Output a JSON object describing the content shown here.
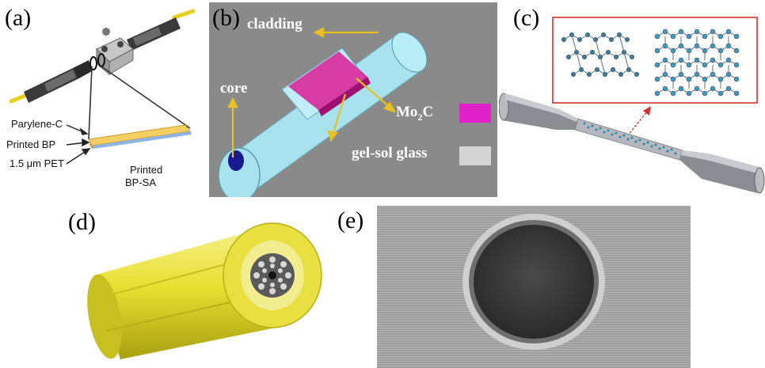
{
  "panels": {
    "a": {
      "label": "(a)",
      "layers": [
        "Parylene-C",
        "Printed BP",
        "1.5 μm PET"
      ],
      "device_line1": "Printed",
      "device_line2": "BP-SA"
    },
    "b": {
      "label": "(b)",
      "cladding": "cladding",
      "core": "core",
      "mo2c_main": "Mo",
      "mo2c_sub": "2",
      "mo2c_end": "C",
      "gelsol": "gel-sol glass",
      "colors": {
        "mo2c": "#e020c8",
        "gelsol": "#d4d4d4",
        "fiber": "#a8e2ee",
        "background": "#8a8a8a",
        "core": "#1a1a90"
      }
    },
    "c": {
      "label": "(c)"
    },
    "d": {
      "label": "(d)",
      "colors": {
        "jacket": "#e8e030"
      }
    },
    "e": {
      "label": "(e)"
    }
  }
}
